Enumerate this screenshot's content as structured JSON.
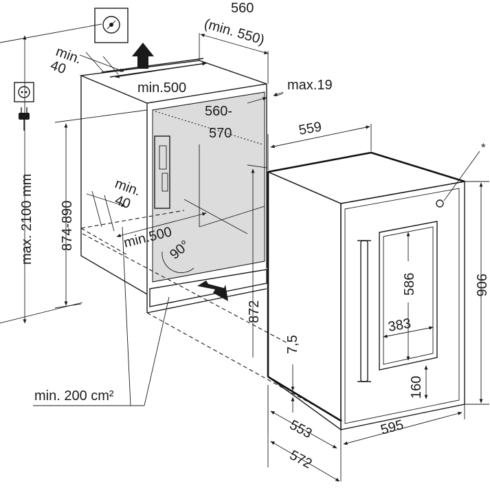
{
  "colors": {
    "line": "#1a1a1a",
    "niche_fill": "#dcdcdc",
    "background": "#ffffff"
  },
  "icons": {
    "wall_socket": "socket-icon",
    "plug": "plug-icon",
    "wall_switch": "switch-icon",
    "airflow_up": "arrow-up-icon",
    "airflow_in": "arrow-left-icon"
  },
  "dimensions": {
    "niche_depth": "560",
    "niche_depth_min": "(min. 550)",
    "top_gap_depth": "min.\n40",
    "top_vent_width": "min.500",
    "panel_max": "max.19",
    "niche_width_line1": "560-",
    "niche_width_line2": "570",
    "appliance_width_top": "559",
    "niche_height": "874-890",
    "max_socket_height": "max. 2100 mm",
    "bottom_gap_depth": "min.\n40",
    "bottom_vent_width": "min.500",
    "angle": "90°",
    "door_height_floor": "872",
    "plinth_offset": "7,5",
    "glass_height": "586",
    "glass_width": "383",
    "glass_bottom": "160",
    "appliance_height": "906",
    "vent_area": "min. 200 cm²",
    "depth_553": "553",
    "depth_572": "572",
    "appliance_width": "595",
    "asterisk": "*"
  }
}
